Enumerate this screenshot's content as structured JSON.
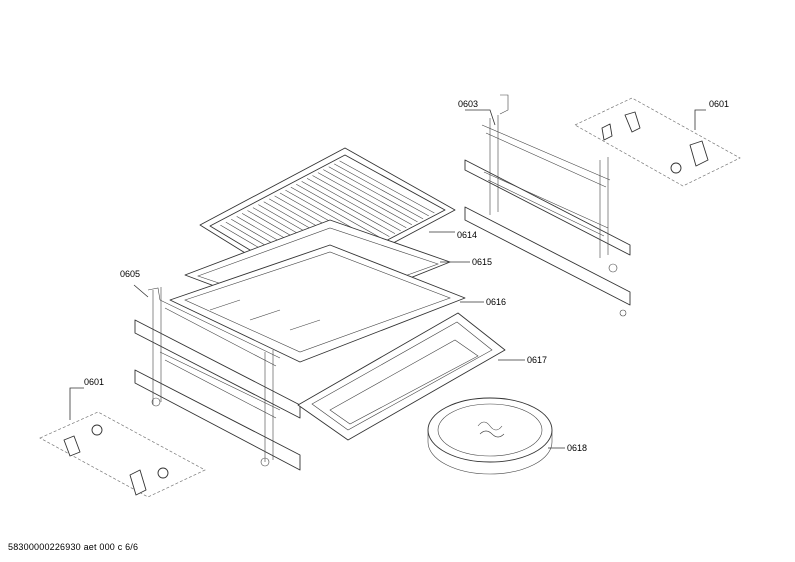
{
  "labels": {
    "p0603": "0603",
    "p0601_top": "0601",
    "p0614": "0614",
    "p0615": "0615",
    "p0605": "0605",
    "p0616": "0616",
    "p0617": "0617",
    "p0601_bottom": "0601",
    "p0618": "0618"
  },
  "footer": "58300000226930 aet 000 c 6/6"
}
